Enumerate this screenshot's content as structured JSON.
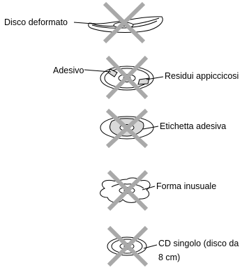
{
  "colors": {
    "cross": "#a9a9a9",
    "disc_stroke": "#000000",
    "shade": "#d9d9d9"
  },
  "items": [
    {
      "id": "warped",
      "label_lines": [
        "Disco deformato"
      ]
    },
    {
      "id": "adhesive",
      "label_left": "Adesivo",
      "label_right": "Residui appiccicosi"
    },
    {
      "id": "sticker",
      "label_lines": [
        "Etichetta adesiva"
      ]
    },
    {
      "id": "unusual-shape",
      "label_lines": [
        "Forma inusuale"
      ]
    },
    {
      "id": "single-cd",
      "label_lines": [
        "CD singolo (disco da",
        "8 cm)"
      ]
    }
  ]
}
